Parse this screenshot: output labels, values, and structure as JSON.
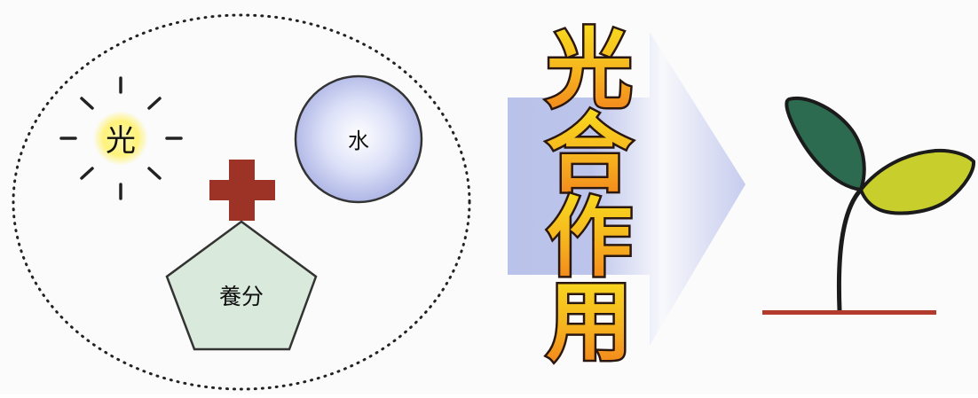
{
  "inputs": {
    "light_label": "光",
    "water_label": "水",
    "nutrients_label": "養分"
  },
  "process": {
    "chars": [
      "光",
      "合",
      "作",
      "用"
    ]
  },
  "colors": {
    "dotted_border": "#222222",
    "sun_rays": "#222222",
    "sun_glow": "#fff27a",
    "plus_sign": "#9c3326",
    "water_fill_center": "#ffffff",
    "water_fill_edge": "#a9b1e3",
    "water_stroke": "#333333",
    "pentagon_fill": "#d9eadc",
    "pentagon_stroke": "#333333",
    "arrow_fill": "#b8c1ea",
    "process_text_top": "#f8d81a",
    "process_text_bottom": "#f27e1d",
    "process_text_stroke": "#2a1710",
    "leaf_dark": "#2c6b50",
    "leaf_light": "#c8cf2d",
    "stem": "#1b1b1b",
    "ground": "#b23b2e"
  },
  "icons": {
    "sun": "sun-icon",
    "plus": "plus-icon",
    "water": "water-circle-icon",
    "nutrients": "pentagon-icon",
    "arrow": "right-arrow-icon",
    "plant": "seedling-icon"
  }
}
